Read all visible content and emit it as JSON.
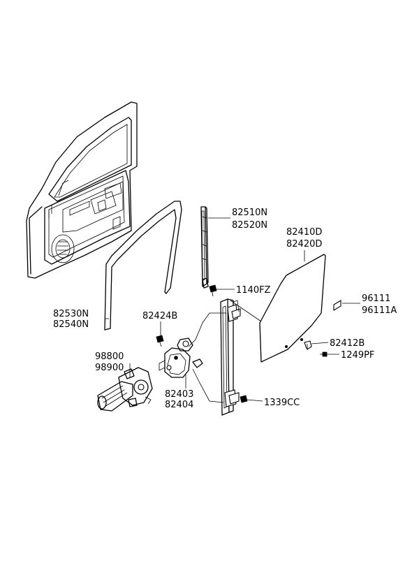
{
  "callouts": {
    "regulator_rail": [
      "82510N",
      "82520N"
    ],
    "rail_bolt": "1140FZ",
    "door_glass": [
      "82410D",
      "82420D"
    ],
    "glass_clip": [
      "96111",
      "96111A"
    ],
    "run_channel": [
      "82530N",
      "82540N"
    ],
    "regulator_bolt": "82424B",
    "glass_bracket": "82412B",
    "glass_screw": "1249PF",
    "motor": [
      "98800",
      "98900"
    ],
    "regulator": [
      "82403",
      "82404"
    ],
    "nut": "1339CC"
  }
}
